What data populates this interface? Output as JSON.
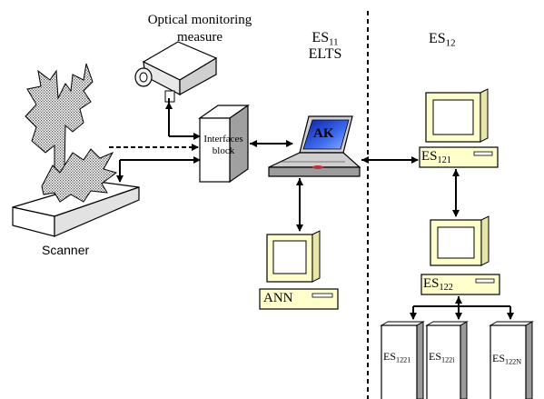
{
  "labels": {
    "optical_line1": "Optical monitoring",
    "optical_line2": "measure",
    "es11_base": "ES",
    "es11_sub": "11",
    "elts": "ELTS",
    "es12_base": "ES",
    "es12_sub": "12",
    "interfaces_line1": "Interfaces",
    "interfaces_line2": "block",
    "ak": "AK",
    "ann": "ANN",
    "es121_base": "ES",
    "es121_sub": "121",
    "es122_base": "ES",
    "es122_sub": "122",
    "es1221_base": "ES",
    "es1221_sub": "1221",
    "es122i_base": "ES",
    "es122i_sub": "122i",
    "es122N_base": "ES",
    "es122N_sub": "122N",
    "scanner": "Scanner"
  },
  "colors": {
    "monitor_case": "#ffffcc",
    "screen": "#ffffff",
    "laptop_screen": "#1a3ccf",
    "laptop_body": "#c0c0c0",
    "box_side": "#9a9a9a",
    "stipple": "#666666"
  }
}
